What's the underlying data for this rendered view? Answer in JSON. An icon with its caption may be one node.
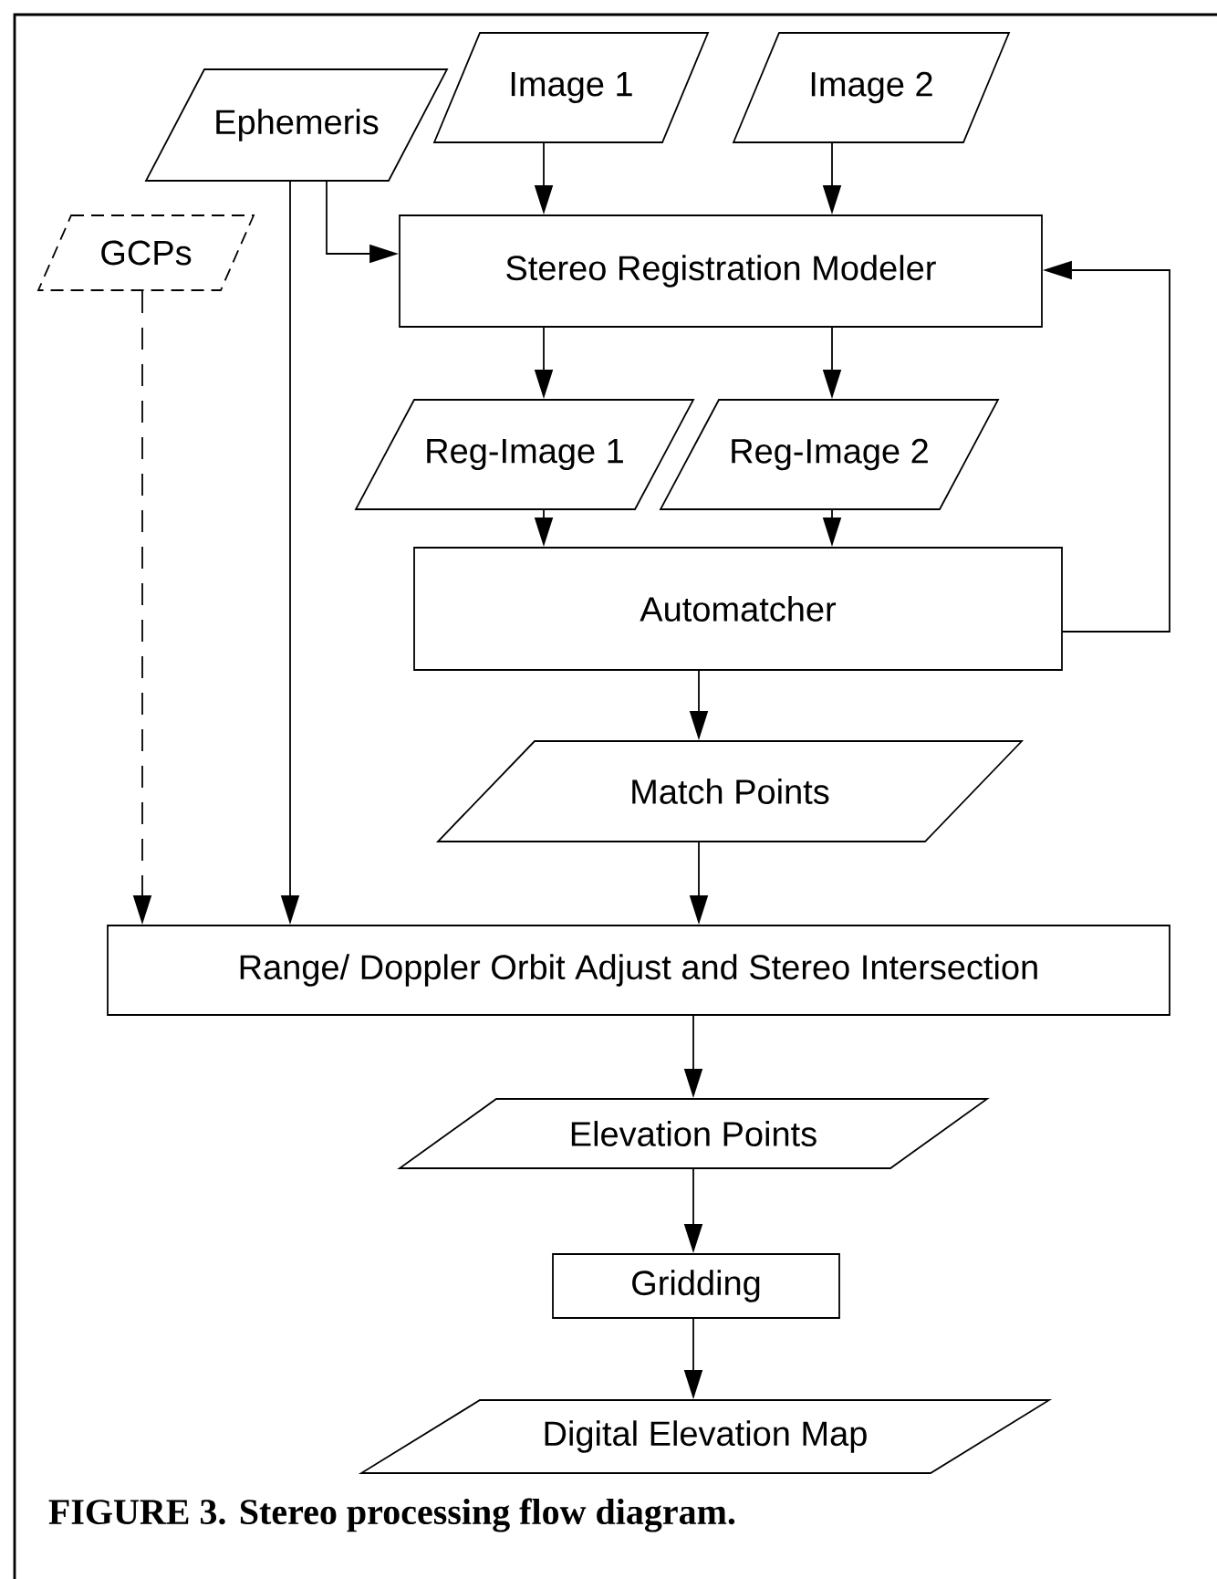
{
  "diagram": {
    "caption": "FIGURE 3. Stereo processing flow diagram.",
    "nodes": [
      {
        "text": [
          "Ephemeris"
        ]
      },
      {
        "text": [
          "Image 1"
        ]
      },
      {
        "text": [
          "Image 2"
        ]
      },
      {
        "text": [
          "GCPs"
        ]
      },
      {
        "text": [
          "Stereo Registration Modeler"
        ]
      },
      {
        "text": [
          "Reg-Image 1"
        ]
      },
      {
        "text": [
          "Reg-Image 2"
        ]
      },
      {
        "text": [
          "Automatcher"
        ]
      },
      {
        "text": [
          "Match Points"
        ]
      },
      {
        "text": [
          "Range/ Doppler Orbit Adjust and Stereo Intersection"
        ]
      },
      {
        "text": [
          "Elevation Points"
        ]
      },
      {
        "text": [
          "Gridding"
        ]
      },
      {
        "text": [
          "Digital Elevation Map"
        ]
      }
    ],
    "edges": [
      {
        "from": 1,
        "to": 4,
        "arrow": "to"
      },
      {
        "from": 2,
        "to": 4,
        "arrow": "to"
      },
      {
        "from": 0,
        "to": 4,
        "arrow": "to"
      },
      {
        "from": 0,
        "to": 9,
        "arrow": "to"
      },
      {
        "from": 3,
        "to": 9,
        "arrow": "to",
        "style": "dashed"
      },
      {
        "from": 4,
        "to": 5,
        "arrow": "to"
      },
      {
        "from": 4,
        "to": 6,
        "arrow": "to"
      },
      {
        "from": 5,
        "to": 7,
        "arrow": "to"
      },
      {
        "from": 6,
        "to": 7,
        "arrow": "to"
      },
      {
        "from": 7,
        "to": 4,
        "arrow": "to"
      },
      {
        "from": 7,
        "to": 8,
        "arrow": "to"
      },
      {
        "from": 8,
        "to": 9,
        "arrow": "to"
      },
      {
        "from": 9,
        "to": 10,
        "arrow": "to"
      },
      {
        "from": 10,
        "to": 11,
        "arrow": "to"
      },
      {
        "from": 11,
        "to": 12,
        "arrow": "to"
      }
    ]
  }
}
